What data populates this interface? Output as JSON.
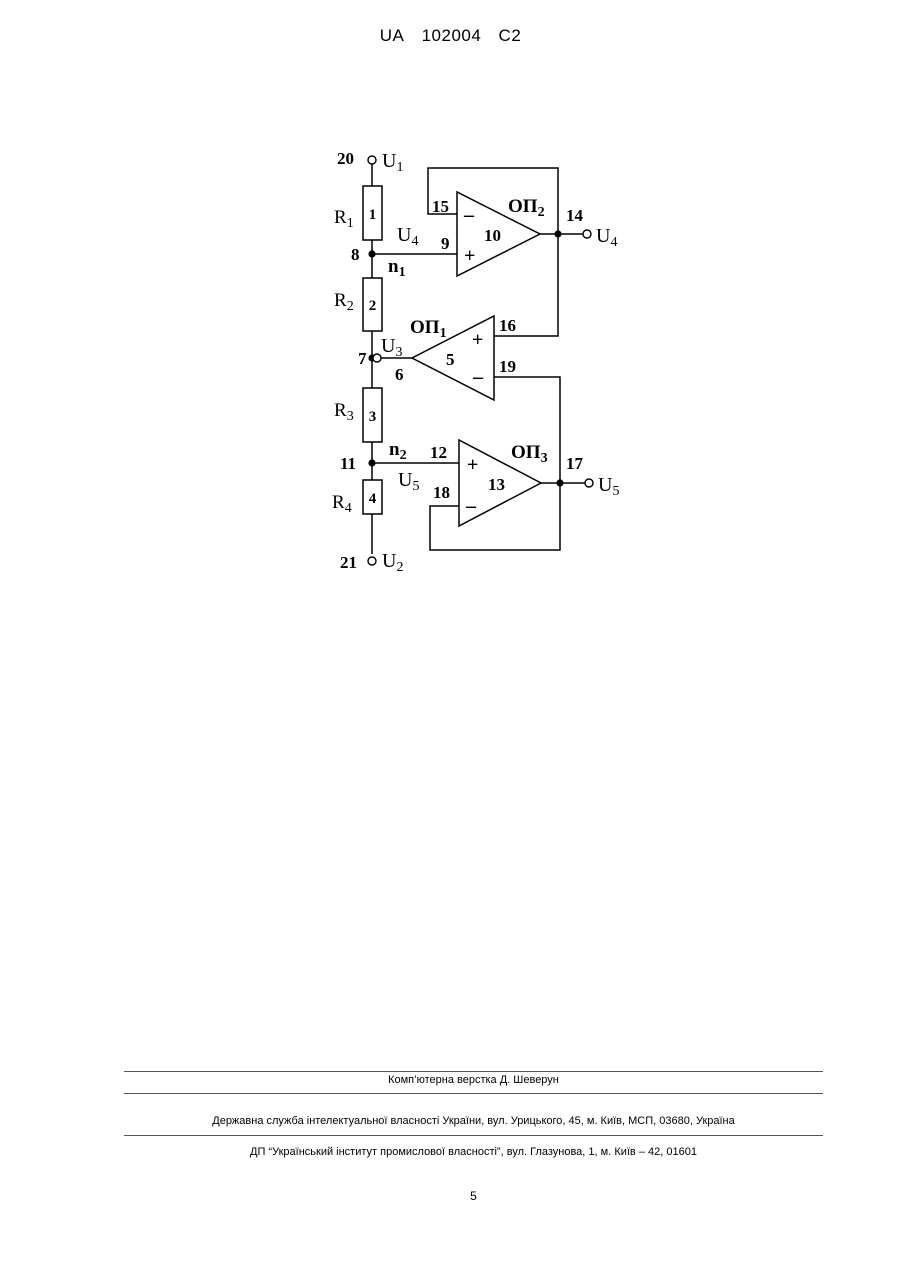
{
  "header": {
    "country": "UA",
    "number": "102004",
    "kind": "C2"
  },
  "diagram": {
    "terminals": {
      "t20": "20",
      "t8": "8",
      "t7": "7",
      "t6": "6",
      "t11": "11",
      "t21": "21",
      "t15": "15",
      "t9": "9",
      "t14": "14",
      "t16": "16",
      "t19": "19",
      "t12": "12",
      "t18": "18",
      "t17": "17"
    },
    "voltages": {
      "u1": "U",
      "u1s": "1",
      "u2": "U",
      "u2s": "2",
      "u3": "U",
      "u3s": "3",
      "u4": "U",
      "u4s": "4",
      "u5": "U",
      "u5s": "5"
    },
    "resistors": {
      "r1": "R",
      "r1s": "1",
      "r1n": "1",
      "r2": "R",
      "r2s": "2",
      "r2n": "2",
      "r3": "R",
      "r3s": "3",
      "r3n": "3",
      "r4": "R",
      "r4s": "4",
      "r4n": "4"
    },
    "nodes": {
      "n1": "n",
      "n1s": "1",
      "n2": "n",
      "n2s": "2"
    },
    "opamps": {
      "op1": "ОП",
      "op1s": "1",
      "op1n": "5",
      "op2": "ОП",
      "op2s": "2",
      "op2n": "10",
      "op3": "ОП",
      "op3s": "3",
      "op3n": "13"
    },
    "signs": {
      "plus": "+",
      "minus": "–"
    }
  },
  "footer": {
    "layout": "Комп’ютерна верстка Д. Шеверун",
    "agency": "Державна служба інтелектуальної власності України, вул. Урицького, 45, м. Київ, МСП, 03680, Україна",
    "institute": "ДП “Український інститут промислової власності”, вул. Глазунова, 1, м. Київ – 42, 01601",
    "page": "5"
  }
}
